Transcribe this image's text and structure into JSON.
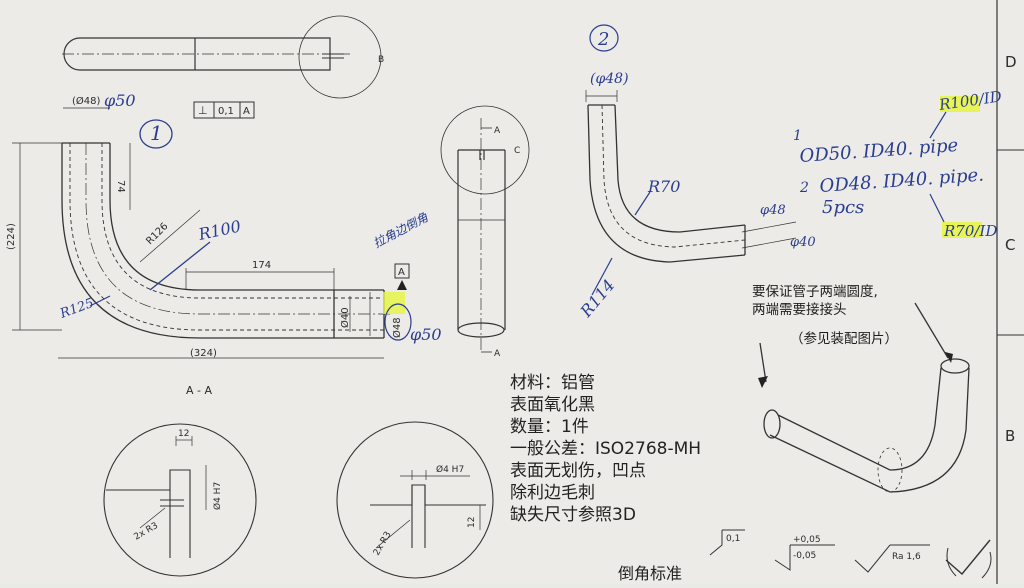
{
  "drawing": {
    "grid_letters": [
      "D",
      "C",
      "B"
    ],
    "top_view": {
      "detail_label": "B"
    },
    "part1": {
      "marker": "1",
      "dim_dia48": "(Ø48)",
      "dim_phi50_hand": "φ50",
      "tolerance_frame": [
        "⊥",
        "0,1",
        "A"
      ],
      "dim_74": "74",
      "dim_224": "(224)",
      "dim_r126": "R126",
      "hand_r100": "R100",
      "dim_174": "174",
      "dim_324": "(324)",
      "hand_r125": "R125",
      "dim_dia40": "Ø40",
      "dim_dia48b": "Ø48",
      "hand_phi50b": "φ50",
      "datum_a": "A",
      "hand_note": "拉角边倒角"
    },
    "side_view": {
      "section_a_top": "A",
      "section_a_bottom": "A",
      "detail_label": "C"
    },
    "part2": {
      "marker": "2",
      "hand_dim48": "(φ48)",
      "hand_r70": "R70",
      "hand_r114": "R114",
      "hand_phi48": "φ48",
      "hand_phi40": "φ40"
    },
    "hand_spec": {
      "r100_id": "R100/ID",
      "line1_marker": "1",
      "line1": "OD50. ID40. pipe",
      "line2_marker": "2",
      "line2": "OD48. ID40. pipe.",
      "line3": "5pcs",
      "r70_id": "R70/ID"
    },
    "requirements": {
      "line1": "要保证管子两端圆度,",
      "line2": "两端需要接接头",
      "ref": "（参见装配图片）"
    },
    "section_title": "A - A",
    "detail_b": {
      "dim_12": "12",
      "dim_hole": "Ø4 H7",
      "dim_r3": "2x R3"
    },
    "detail_c": {
      "dim_hole": "Ø4 H7",
      "dim_12": "12",
      "dim_r3": "2x R3"
    },
    "notes": [
      "材料：铝管",
      "表面氧化黑",
      "数量：1件",
      "一般公差：ISO2768-MH",
      "表面无划伤，凹点",
      "除利边毛刺",
      "缺失尺寸参照3D"
    ],
    "footer": {
      "chamfer_label": "倒角标准",
      "chamfer_value": "0,1",
      "tol_plus": "+0,05",
      "tol_minus": "-0,05",
      "roughness": "Ra 1,6"
    },
    "colors": {
      "ink": "#2b2b2b",
      "handwriting": "#2a3d8f",
      "highlight": "#e6f53c",
      "paper": "#ecebe8"
    }
  }
}
